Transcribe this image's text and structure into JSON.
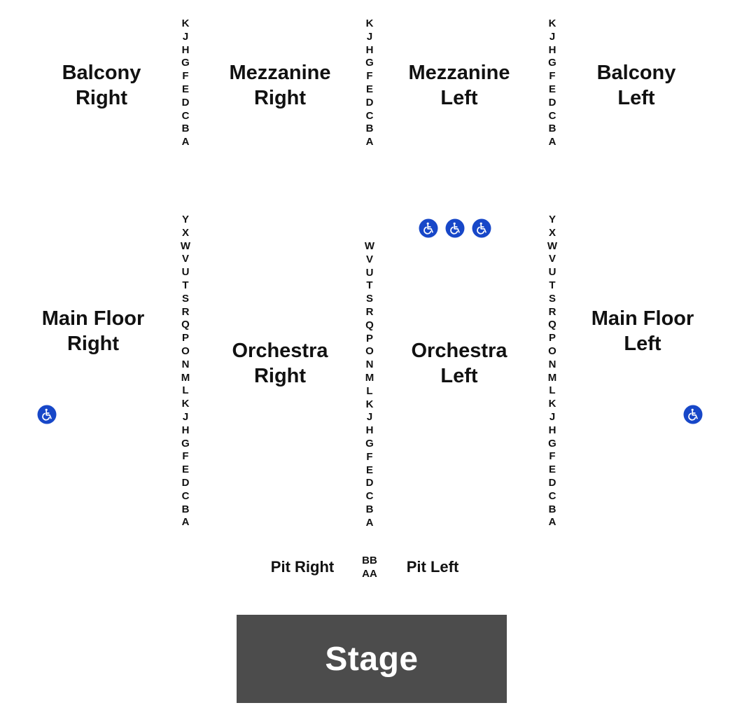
{
  "sections": {
    "balcony_right": [
      "Balcony",
      "Right"
    ],
    "mezzanine_right": [
      "Mezzanine",
      "Right"
    ],
    "mezzanine_left": [
      "Mezzanine",
      "Left"
    ],
    "balcony_left": [
      "Balcony",
      "Left"
    ],
    "main_floor_right": [
      "Main Floor",
      "Right"
    ],
    "orchestra_right": [
      "Orchestra",
      "Right"
    ],
    "orchestra_left": [
      "Orchestra",
      "Left"
    ],
    "main_floor_left": [
      "Main Floor",
      "Left"
    ],
    "pit_right": "Pit Right",
    "pit_left": "Pit Left",
    "stage": "Stage"
  },
  "rows": {
    "upper": [
      "K",
      "J",
      "H",
      "G",
      "F",
      "E",
      "D",
      "C",
      "B",
      "A"
    ],
    "lower_side": [
      "Y",
      "X",
      "W",
      "V",
      "U",
      "T",
      "S",
      "R",
      "Q",
      "P",
      "O",
      "N",
      "M",
      "L",
      "K",
      "J",
      "H",
      "G",
      "F",
      "E",
      "D",
      "C",
      "B",
      "A"
    ],
    "lower_center": [
      "W",
      "V",
      "U",
      "T",
      "S",
      "R",
      "Q",
      "P",
      "O",
      "N",
      "M",
      "L",
      "K",
      "J",
      "H",
      "G",
      "F",
      "E",
      "D",
      "C",
      "B",
      "A"
    ],
    "pit": [
      "BB",
      "AA"
    ]
  },
  "icons": {
    "accessible": "wheelchair-accessible-icon",
    "accessible_color": "#1747c8"
  },
  "colors": {
    "stage_fill": "#4c4c4c",
    "stage_text": "#ffffff",
    "label_text": "#111111"
  }
}
